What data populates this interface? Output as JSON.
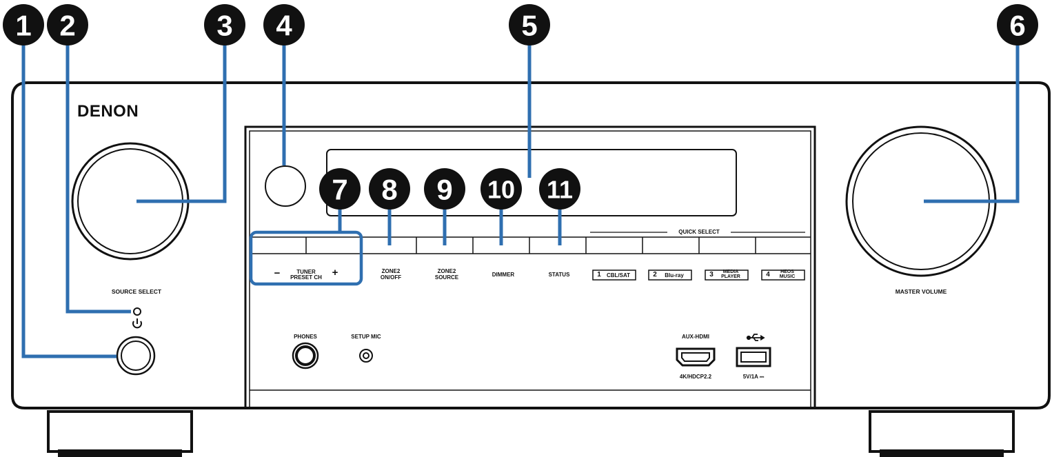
{
  "brand": "DENON",
  "callouts": [
    "1",
    "2",
    "3",
    "4",
    "5",
    "6",
    "7",
    "8",
    "9",
    "10",
    "11"
  ],
  "labels": {
    "source_select": "SOURCE SELECT",
    "master_volume": "MASTER VOLUME",
    "tuner_minus": "−",
    "tuner_line1": "TUNER",
    "tuner_line2": "PRESET CH",
    "tuner_plus": "+",
    "zone2_onoff_1": "ZONE2",
    "zone2_onoff_2": "ON/OFF",
    "zone2_source_1": "ZONE2",
    "zone2_source_2": "SOURCE",
    "dimmer": "DIMMER",
    "status": "STATUS",
    "quick_select": "QUICK SELECT",
    "phones": "PHONES",
    "setup_mic": "SETUP MIC",
    "aux_hdmi": "AUX-HDMI",
    "hdcp": "4K/HDCP2.2",
    "usb_rating": "5V/1A ⎓"
  },
  "quick_select": [
    {
      "num": "1",
      "line1": "CBL/SAT",
      "line2": ""
    },
    {
      "num": "2",
      "line1": "Blu-ray",
      "line2": ""
    },
    {
      "num": "3",
      "line1": "MEDIA",
      "line2": "PLAYER"
    },
    {
      "num": "4",
      "line1": "HEOS",
      "line2": "MUSIC"
    }
  ],
  "colors": {
    "callout_line": "#2f6fb0",
    "callout_bg": "#111111",
    "outline": "#1a1a1a"
  }
}
